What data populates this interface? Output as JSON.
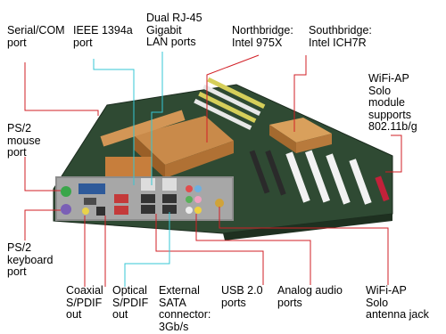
{
  "labels": {
    "serial_com": [
      "Serial/COM",
      "port"
    ],
    "ieee1394": [
      "IEEE 1394a",
      "port"
    ],
    "rj45": [
      "Dual RJ-45",
      "Gigabit",
      "LAN ports"
    ],
    "northbridge": [
      "Northbridge:",
      "Intel 975X"
    ],
    "southbridge": [
      "Southbridge:",
      "Intel ICH7R"
    ],
    "wifi_module": [
      "WiFi-AP",
      "Solo",
      "module",
      "supports",
      "802.11b/g"
    ],
    "ps2_mouse": [
      "PS/2",
      "mouse",
      "port"
    ],
    "ps2_keyboard": [
      "PS/2",
      "keyboard",
      "port"
    ],
    "coaxial": [
      "Coaxial",
      "S/PDIF",
      "out"
    ],
    "optical": [
      "Optical",
      "S/PDIF",
      "out"
    ],
    "esata": [
      "External",
      "SATA",
      "connector:",
      "3Gb/s"
    ],
    "usb": [
      "USB 2.0",
      "ports"
    ],
    "audio": [
      "Analog audio",
      "ports"
    ],
    "wifi_jack": [
      "WiFi-AP",
      "Solo",
      "antenna jack"
    ]
  },
  "colors": {
    "leader_red": "#d21f26",
    "leader_cyan": "#35c7d4",
    "board_green": "#2f4a33",
    "heatsink_copper": "#c98a4a"
  }
}
